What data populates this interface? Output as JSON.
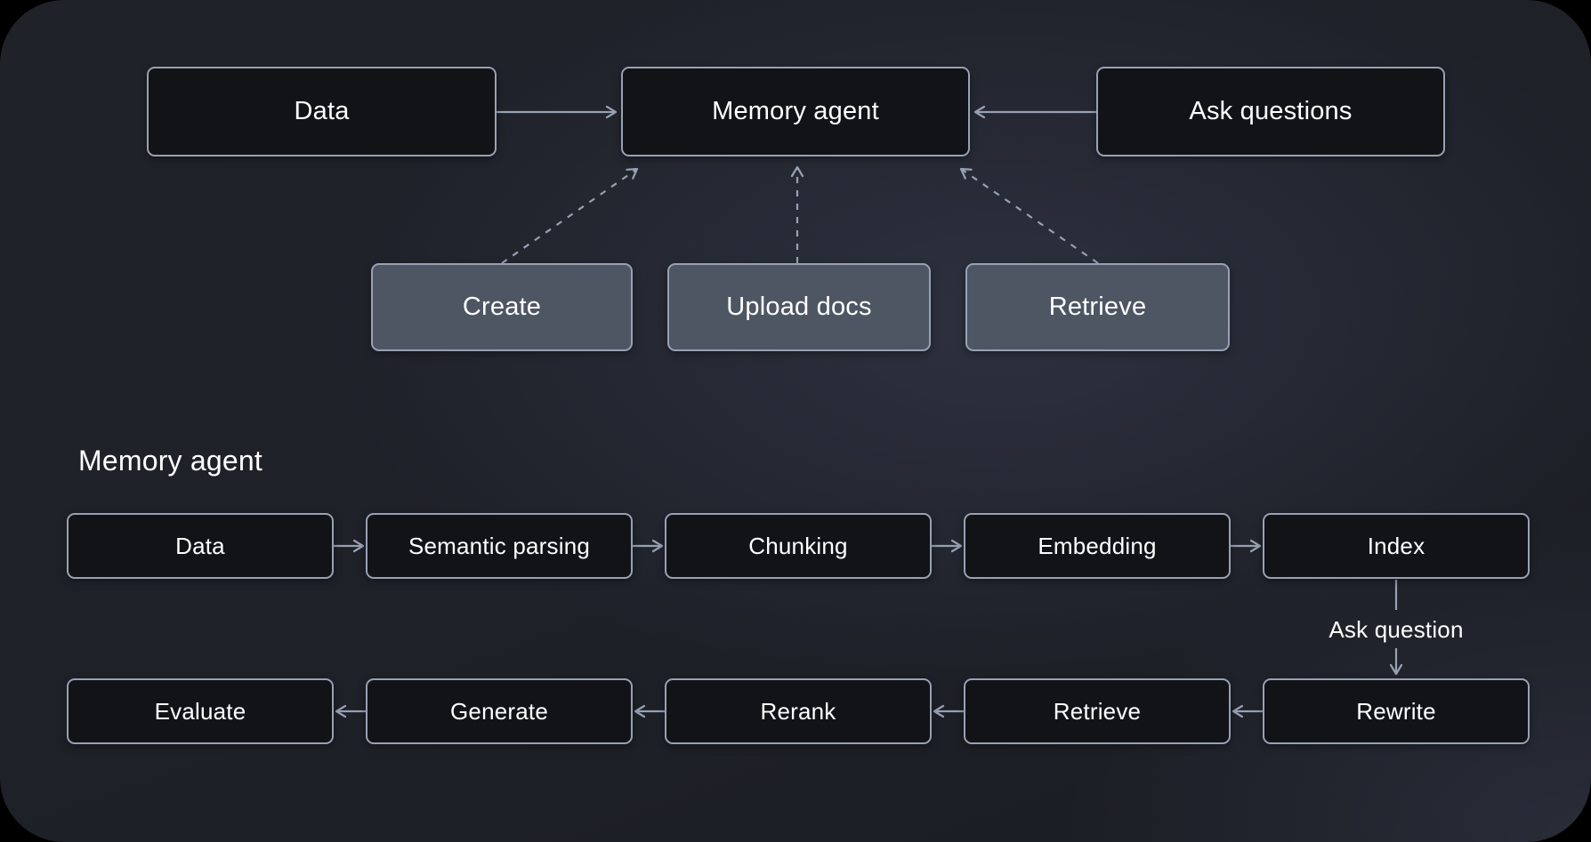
{
  "colors": {
    "page_background": "#000000",
    "canvas_background": "#1f2129",
    "box_dark_fill": "#121317",
    "box_slate_fill": "#4f5663",
    "border_and_arrows": "#98a1b3",
    "text": "#ffffff"
  },
  "top_section": {
    "nodes": [
      {
        "id": "data",
        "label": "Data"
      },
      {
        "id": "memory-agent",
        "label": "Memory agent"
      },
      {
        "id": "ask-questions",
        "label": "Ask questions"
      }
    ],
    "actions": [
      {
        "id": "create",
        "label": "Create"
      },
      {
        "id": "upload-docs",
        "label": "Upload docs"
      },
      {
        "id": "retrieve",
        "label": "Retrieve"
      }
    ],
    "edges": [
      {
        "from": "Data",
        "to": "Memory agent",
        "style": "solid"
      },
      {
        "from": "Ask questions",
        "to": "Memory agent",
        "style": "solid"
      },
      {
        "from": "Create",
        "to": "Memory agent",
        "style": "dashed"
      },
      {
        "from": "Upload docs",
        "to": "Memory agent",
        "style": "dashed"
      },
      {
        "from": "Retrieve",
        "to": "Memory agent",
        "style": "dashed"
      }
    ]
  },
  "detail_section": {
    "title": "Memory agent",
    "ingest_row": [
      {
        "label": "Data"
      },
      {
        "label": "Semantic parsing"
      },
      {
        "label": "Chunking"
      },
      {
        "label": "Embedding"
      },
      {
        "label": "Index"
      }
    ],
    "ingest_flow_direction": "left-to-right",
    "connector_label": "Ask question",
    "query_row": [
      {
        "label": "Evaluate"
      },
      {
        "label": "Generate"
      },
      {
        "label": "Rerank"
      },
      {
        "label": "Retrieve"
      },
      {
        "label": "Rewrite"
      }
    ],
    "query_flow_direction": "right-to-left"
  }
}
